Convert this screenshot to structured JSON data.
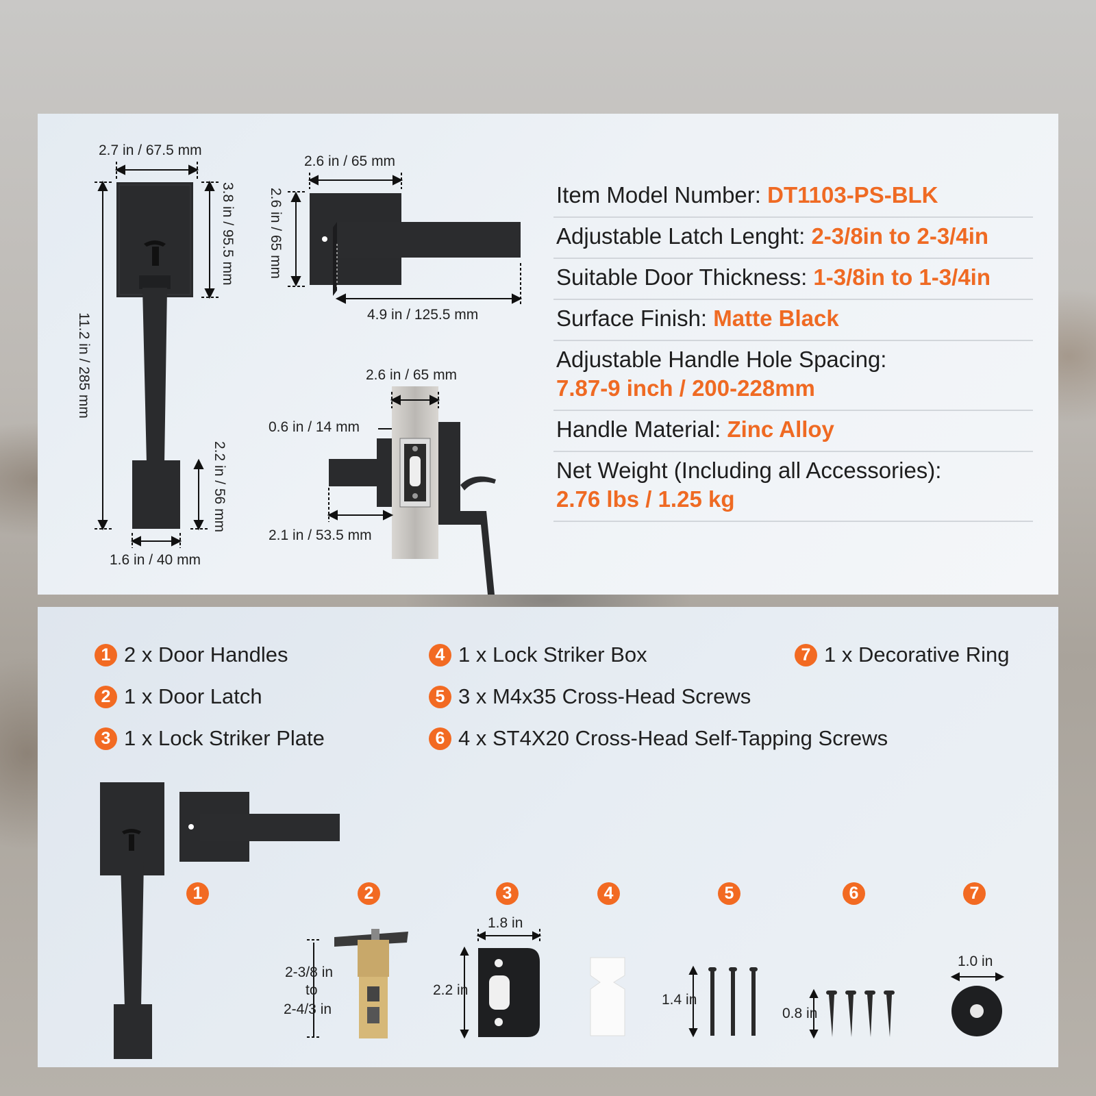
{
  "dims_top": {
    "d1": "2.7 in / 67.5 mm",
    "d2": "3.8 in / 95.5 mm",
    "d3": "11.2 in / 285 mm",
    "d4": "2.2 in / 56 mm",
    "d5": "1.6 in / 40 mm",
    "d6": "2.6 in / 65 mm",
    "d7": "2.6 in / 65 mm",
    "d8": "4.9 in / 125.5 mm",
    "d9": "2.6 in / 65 mm",
    "d10": "0.6 in / 14 mm",
    "d11": "2.1 in / 53.5 mm"
  },
  "specs": [
    {
      "label": "Item Model Number: ",
      "value": "DT1103-PS-BLK"
    },
    {
      "label": "Adjustable Latch Lenght: ",
      "value": "2-3/8in to 2-3/4in"
    },
    {
      "label": "Suitable Door Thickness: ",
      "value": "1-3/8in to 1-3/4in"
    },
    {
      "label": "Surface Finish: ",
      "value": "Matte Black"
    },
    {
      "label": "Adjustable Handle Hole Spacing:",
      "value": "7.87-9 inch / 200-228mm"
    },
    {
      "label": "Handle Material: ",
      "value": "Zinc Alloy"
    },
    {
      "label": "Net Weight (Including all Accessories):",
      "value": "2.76 lbs / 1.25 kg"
    }
  ],
  "items": [
    {
      "num": "1",
      "text": "2 x Door Handles"
    },
    {
      "num": "2",
      "text": "1 x Door Latch"
    },
    {
      "num": "3",
      "text": "1 x Lock Striker Plate"
    },
    {
      "num": "4",
      "text": "1 x Lock Striker Box"
    },
    {
      "num": "5",
      "text": "3 x M4x35 Cross-Head Screws"
    },
    {
      "num": "6",
      "text": "4 x ST4X20 Cross-Head Self-Tapping Screws"
    },
    {
      "num": "7",
      "text": "1 x Decorative Ring"
    }
  ],
  "dims_bottom": {
    "latch_a": "2-3/8 in",
    "latch_b": "to",
    "latch_c": "2-4/3 in",
    "plate_w": "1.8 in",
    "plate_h": "2.2 in",
    "screw5": "1.4 in",
    "screw6": "0.8 in",
    "ring": "1.0 in"
  },
  "colors": {
    "accent": "#f26a22",
    "product": "#2a2b2d",
    "text": "#1e1e1e"
  }
}
